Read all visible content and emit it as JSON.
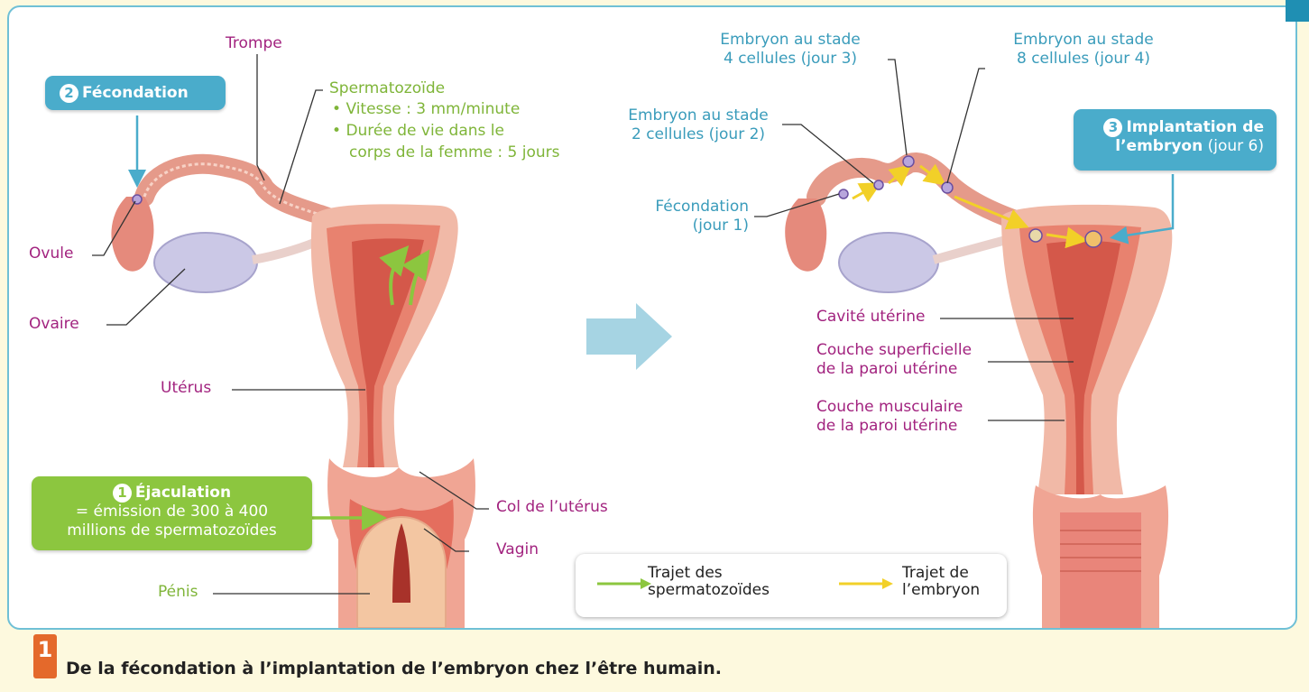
{
  "labels": {
    "trompe": "Trompe",
    "ovule": "Ovule",
    "ovaire": "Ovaire",
    "uterus": "Utérus",
    "col": "Col de l’utérus",
    "vagin": "Vagin",
    "penis": "Pénis",
    "spermatozoide": "Spermatozoïde",
    "sperm_speed": "Vitesse : 3 mm/minute",
    "sperm_life_1": "Durée de vie dans le",
    "sperm_life_2": "corps de la femme : 5 jours",
    "embryo4_1": "Embryon au stade",
    "embryo4_2": "4 cellules (jour 3)",
    "embryo8_1": "Embryon au stade",
    "embryo8_2": "8 cellules (jour 4)",
    "embryo2_1": "Embryon au stade",
    "embryo2_2": "2 cellules (jour 2)",
    "fecondation_day_1": "Fécondation",
    "fecondation_day_2": "(jour 1)",
    "cavite": "Cavité utérine",
    "couche_sup_1": "Couche superficielle",
    "couche_sup_2": "de la paroi utérine",
    "couche_musc_1": "Couche musculaire",
    "couche_musc_2": "de la paroi utérine"
  },
  "callouts": {
    "fecondation": {
      "num": "2",
      "label": "Fécondation"
    },
    "ejaculation": {
      "num": "1",
      "title": "Éjaculation",
      "line2": "= émission de 300 à 400",
      "line3": "millions de spermatozoïdes"
    },
    "implantation": {
      "num": "3",
      "title_1": "Implantation de",
      "title_2": "l’embryon",
      "suffix": "(jour 6)"
    }
  },
  "legend": {
    "sperm_1": "Trajet des",
    "sperm_2": "spermatozoïdes",
    "embryo_1": "Trajet de",
    "embryo_2": "l’embryon"
  },
  "caption": {
    "number": "1",
    "text": "De la fécondation à l’implantation de l’embryon chez l’être humain."
  },
  "colors": {
    "magenta": "#a2237f",
    "green": "#7fb539",
    "blue": "#3a9cbb",
    "callout_blue": "#4aaccb",
    "callout_green": "#8cc63f",
    "caption_orange": "#e4692b",
    "yellow_arrow": "#f2d028"
  }
}
